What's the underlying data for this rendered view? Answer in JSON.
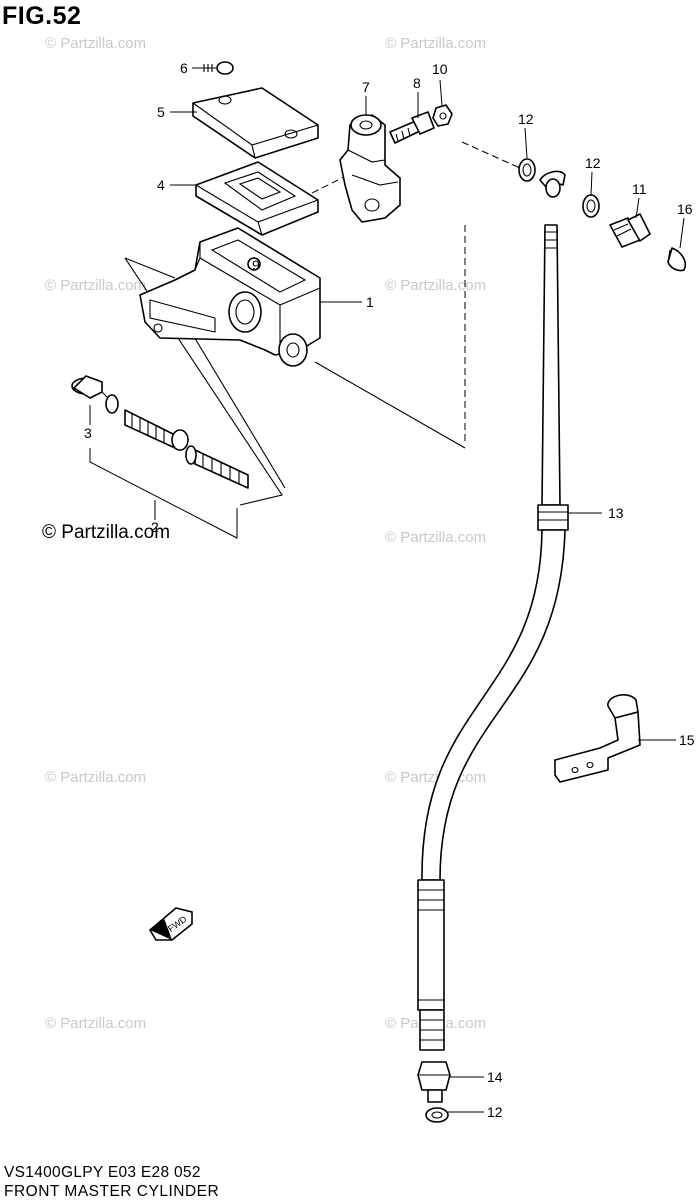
{
  "figure": {
    "title": "FIG.52",
    "brand_mark": "© Partzilla.com",
    "model_line": "VS1400GLPY E03 E28  052",
    "caption": "FRONT MASTER CYLINDER",
    "direction_icon": "fwd-arrow-icon"
  },
  "watermark": {
    "text": "© Partzilla.com",
    "color": "#c9c9c9"
  },
  "callouts": [
    "1",
    "2",
    "3",
    "4",
    "5",
    "6",
    "7",
    "8",
    "9",
    "10",
    "11",
    "12",
    "12",
    "12",
    "13",
    "14",
    "15",
    "16"
  ]
}
